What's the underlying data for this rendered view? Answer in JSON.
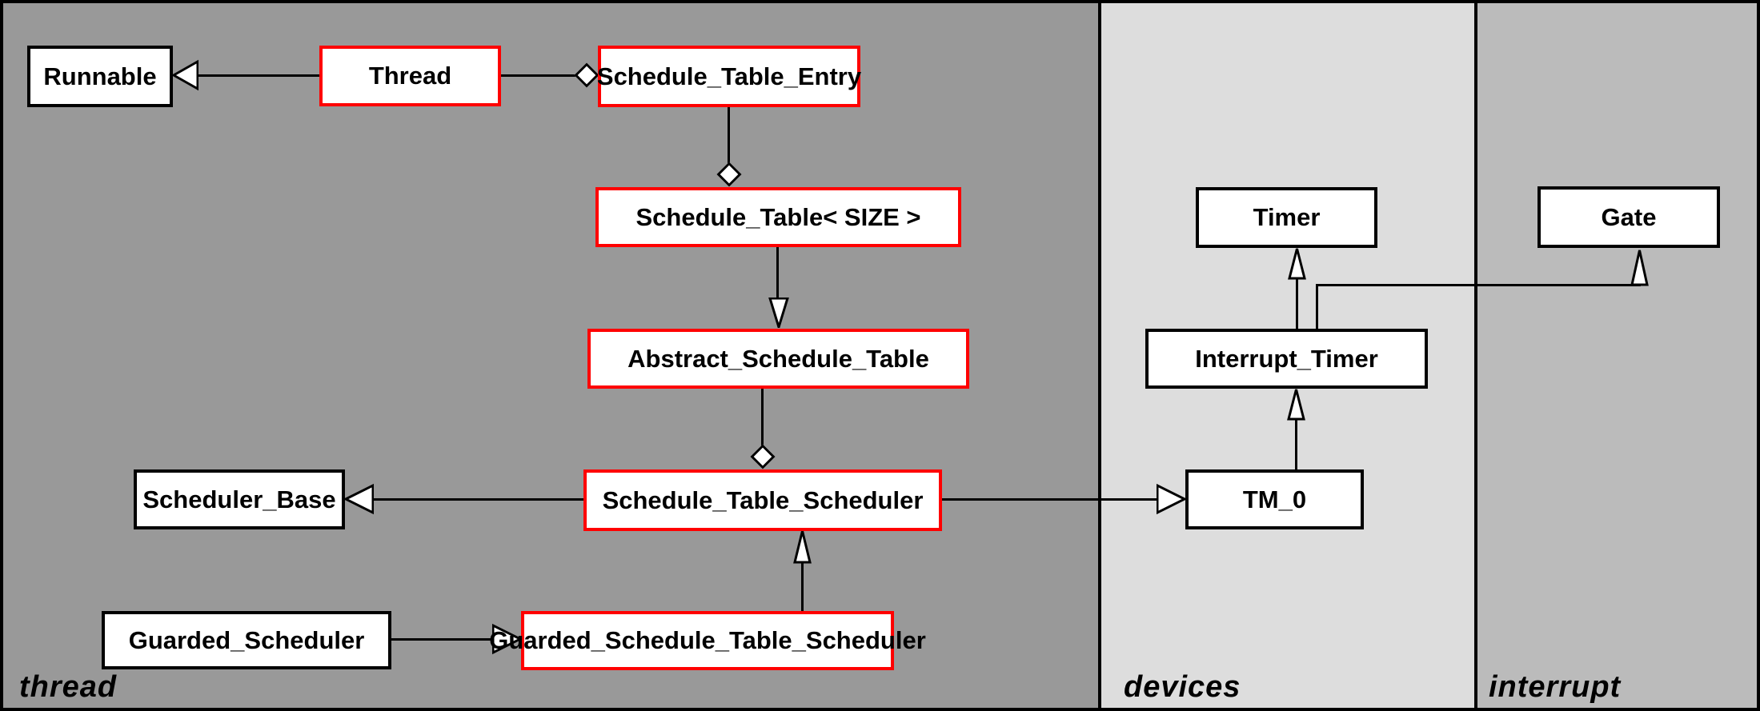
{
  "diagram_title": "UML class diagram with packages thread, devices, interrupt",
  "packages": {
    "thread": {
      "label": "thread",
      "bg": "#999999"
    },
    "devices": {
      "label": "devices",
      "bg": "#dddddd"
    },
    "interrupt": {
      "label": "interrupt",
      "bg": "#bbbbbb"
    }
  },
  "classes": {
    "runnable": {
      "label": "Runnable",
      "border": "#000000",
      "package": "thread"
    },
    "thread": {
      "label": "Thread",
      "border": "#ff0000",
      "package": "thread"
    },
    "schedule_table_entry": {
      "label": "Schedule_Table_Entry",
      "border": "#ff0000",
      "package": "thread"
    },
    "schedule_table_size": {
      "label": "Schedule_Table< SIZE >",
      "border": "#ff0000",
      "package": "thread"
    },
    "abstract_schedule_table": {
      "label": "Abstract_Schedule_Table",
      "border": "#ff0000",
      "package": "thread"
    },
    "scheduler_base": {
      "label": "Scheduler_Base",
      "border": "#000000",
      "package": "thread"
    },
    "schedule_table_scheduler": {
      "label": "Schedule_Table_Scheduler",
      "border": "#ff0000",
      "package": "thread"
    },
    "guarded_scheduler": {
      "label": "Guarded_Scheduler",
      "border": "#000000",
      "package": "thread"
    },
    "guarded_schedule_table_scheduler": {
      "label": "Guarded_Schedule_Table_Scheduler",
      "border": "#ff0000",
      "package": "thread"
    },
    "timer": {
      "label": "Timer",
      "border": "#000000",
      "package": "devices"
    },
    "interrupt_timer": {
      "label": "Interrupt_Timer",
      "border": "#000000",
      "package": "devices"
    },
    "tm_0": {
      "label": "TM_0",
      "border": "#000000",
      "package": "devices"
    },
    "gate": {
      "label": "Gate",
      "border": "#000000",
      "package": "interrupt"
    }
  },
  "colors": {
    "highlight_border": "#ff0000",
    "normal_border": "#000000",
    "node_fill": "#ffffff",
    "line": "#000000"
  },
  "relations": [
    {
      "from": "thread",
      "to": "runnable",
      "type": "generalization"
    },
    {
      "from": "schedule_table_entry",
      "to": "thread",
      "type": "aggregation"
    },
    {
      "from": "schedule_table_size",
      "to": "schedule_table_entry",
      "type": "aggregation"
    },
    {
      "from": "schedule_table_size",
      "to": "abstract_schedule_table",
      "type": "generalization"
    },
    {
      "from": "schedule_table_scheduler",
      "to": "abstract_schedule_table",
      "type": "aggregation"
    },
    {
      "from": "schedule_table_scheduler",
      "to": "scheduler_base",
      "type": "generalization"
    },
    {
      "from": "schedule_table_scheduler",
      "to": "tm_0",
      "type": "generalization"
    },
    {
      "from": "guarded_scheduler",
      "to": "guarded_schedule_table_scheduler",
      "type": "generalization"
    },
    {
      "from": "guarded_schedule_table_scheduler",
      "to": "schedule_table_scheduler",
      "type": "generalization"
    },
    {
      "from": "tm_0",
      "to": "interrupt_timer",
      "type": "generalization"
    },
    {
      "from": "interrupt_timer",
      "to": "timer",
      "type": "generalization"
    },
    {
      "from": "interrupt_timer",
      "to": "gate",
      "type": "generalization"
    }
  ]
}
